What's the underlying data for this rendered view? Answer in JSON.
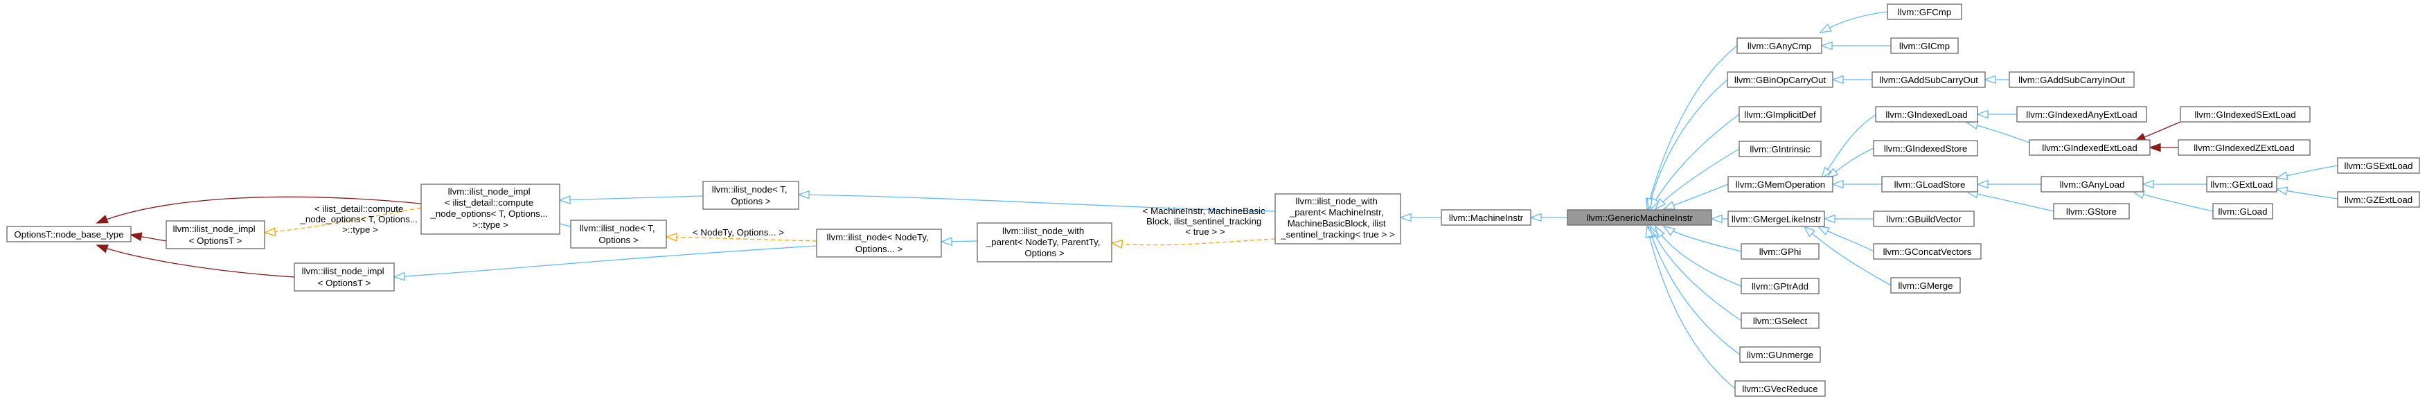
{
  "colors": {
    "public_inheritance": "#63b8ff",
    "template_instantiation": "#ffa500",
    "private_inheritance": "#8b1a1a",
    "node_border": "#666666",
    "focus_fill": "#999999"
  },
  "nodes": {
    "optionsT": [
      "OptionsT::node_base_type"
    ],
    "ilist_impl_optT_l": [
      "llvm::ilist_node_impl",
      "< OptionsT >"
    ],
    "ilist_impl_compute": [
      "llvm::ilist_node_impl",
      "< ilist_detail::compute",
      "_node_options< T, Options...",
      " >::type >"
    ],
    "ilist_impl_optT_b": [
      "llvm::ilist_node_impl",
      "< OptionsT >"
    ],
    "ilist_node_T": [
      "llvm::ilist_node< T,",
      " Options >"
    ],
    "ilist_node_T2": [
      "llvm::ilist_node< T,",
      " Options >"
    ],
    "ilist_node_NodeTy": [
      "llvm::ilist_node< NodeTy,",
      " Options... >"
    ],
    "ilist_with_parent_tmpl": [
      "llvm::ilist_node_with",
      "_parent< NodeTy, ParentTy,",
      " Options >"
    ],
    "ilist_with_parent_mi": [
      "llvm::ilist_node_with",
      "_parent< MachineInstr,",
      " MachineBasicBlock, ilist",
      "_sentinel_tracking< true > >"
    ],
    "machine_instr": [
      "llvm::MachineInstr"
    ],
    "generic_mi": [
      "llvm::GenericMachineInstr"
    ],
    "ganycmp": [
      "llvm::GAnyCmp"
    ],
    "gbinop": [
      "llvm::GBinOpCarryOut"
    ],
    "gimplicitdef": [
      "llvm::GImplicitDef"
    ],
    "gintrinsic": [
      "llvm::GIntrinsic"
    ],
    "gmemop": [
      "llvm::GMemOperation"
    ],
    "gmergelike": [
      "llvm::GMergeLikeInstr"
    ],
    "gphi": [
      "llvm::GPhi"
    ],
    "gptradd": [
      "llvm::GPtrAdd"
    ],
    "gselect": [
      "llvm::GSelect"
    ],
    "gunmerge": [
      "llvm::GUnmerge"
    ],
    "gvecreduce": [
      "llvm::GVecReduce"
    ],
    "gfcmp": [
      "llvm::GFCmp"
    ],
    "gicmp": [
      "llvm::GICmp"
    ],
    "gaddsubcarryout": [
      "llvm::GAddSubCarryOut"
    ],
    "gaddsubcarryinout": [
      "llvm::GAddSubCarryInOut"
    ],
    "gindexedload": [
      "llvm::GIndexedLoad"
    ],
    "gindexedstore": [
      "llvm::GIndexedStore"
    ],
    "gloadstore": [
      "llvm::GLoadStore"
    ],
    "gbuildvector": [
      "llvm::GBuildVector"
    ],
    "gconcatvectors": [
      "llvm::GConcatVectors"
    ],
    "gmerge": [
      "llvm::GMerge"
    ],
    "gindexedanyextload": [
      "llvm::GIndexedAnyExtLoad"
    ],
    "gindexedextload": [
      "llvm::GIndexedExtLoad"
    ],
    "ganyload": [
      "llvm::GAnyLoad"
    ],
    "gstore": [
      "llvm::GStore"
    ],
    "gindexedsextload": [
      "llvm::GIndexedSExtLoad"
    ],
    "gindexedzextload": [
      "llvm::GIndexedZExtLoad"
    ],
    "gextload": [
      "llvm::GExtLoad"
    ],
    "gload": [
      "llvm::GLoad"
    ],
    "gsextload": [
      "llvm::GSExtLoad"
    ],
    "gzextload": [
      "llvm::GZExtLoad"
    ]
  },
  "edge_labels": {
    "compute_to_optT": [
      "< ilist_detail::compute",
      "_node_options< T, Options...",
      " >::type >"
    ],
    "nodety_to_T2": [
      "< NodeTy, Options... >"
    ],
    "mi_to_tmpl": [
      "< MachineInstr, MachineBasic",
      "Block, ilist_sentinel_tracking",
      "< true > >"
    ]
  }
}
